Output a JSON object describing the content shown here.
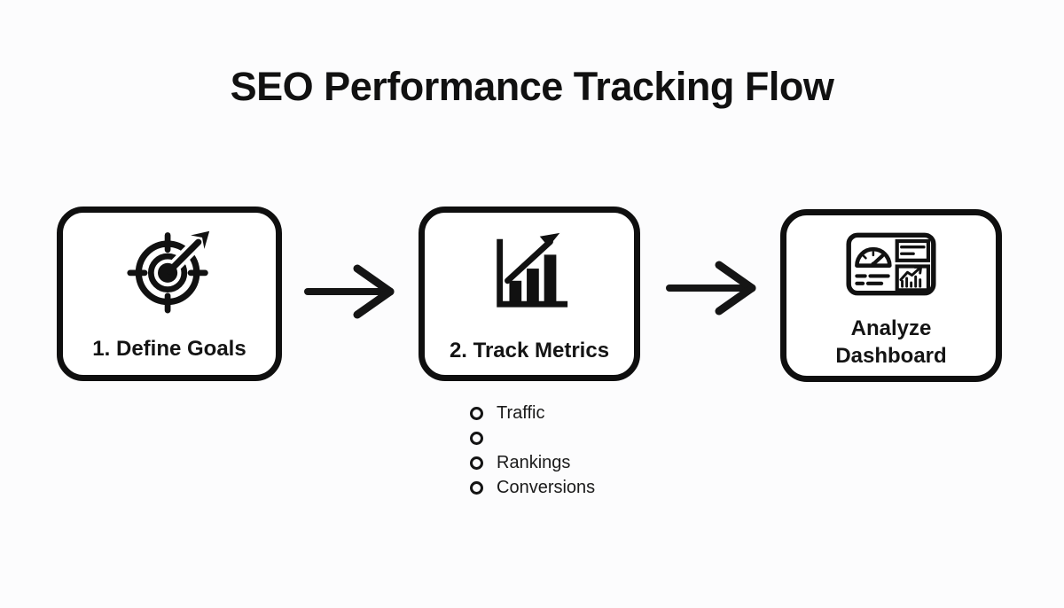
{
  "title": "SEO Performance Tracking Flow",
  "colors": {
    "ink": "#111111",
    "background": "#fcfcfd",
    "box_border": "#0f0f0f",
    "box_background": "#ffffff"
  },
  "flow": {
    "steps": [
      {
        "label": "1. Define Goals",
        "icon": "target-arrow-icon"
      },
      {
        "label": "2. Track Metrics",
        "icon": "bar-chart-growth-icon"
      },
      {
        "label": "Analyze Dashboard",
        "icon": "dashboard-gauge-icon"
      }
    ],
    "connector_icon": "right-arrow-icon"
  },
  "metrics_list": {
    "items": [
      {
        "label": "Traffic"
      },
      {
        "label": ""
      },
      {
        "label": "Rankings"
      },
      {
        "label": "Conversions"
      }
    ]
  }
}
